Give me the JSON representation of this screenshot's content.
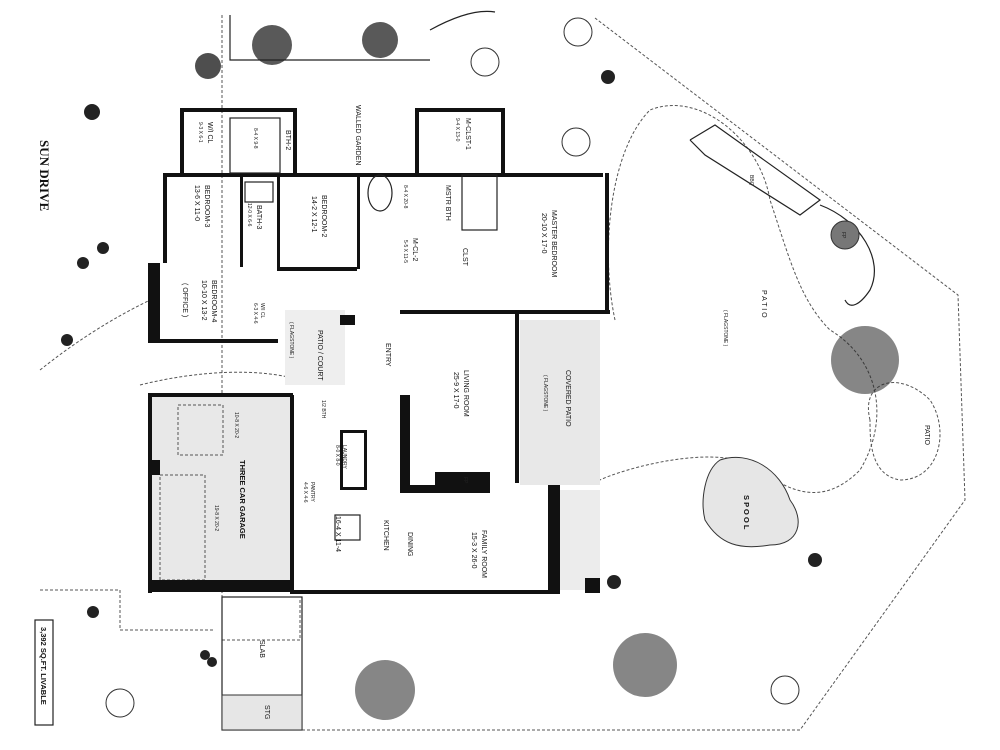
{
  "plan": {
    "address": "SUN DRIVE",
    "area": "3,392 SQ.FT. LIVABLE",
    "rooms": {
      "wic1": {
        "name": "W/I CL",
        "size": "9-3 X 6-1"
      },
      "shower": {
        "size": "8-4 X 9-8"
      },
      "bth2": {
        "name": "BTH-2"
      },
      "garden": {
        "name": "WALLED GARDEN"
      },
      "mclst1": {
        "name": "M-CLST-1",
        "size": "9-4 X 13-0"
      },
      "bed3": {
        "name": "BEDROOM-3",
        "size": "13-6 X 11-0"
      },
      "bath3": {
        "name": "BATH-3",
        "size": "12-0 X 6-6"
      },
      "bed2": {
        "name": "BEDROOM-2",
        "size": "14-2 X 12-1"
      },
      "mbath": {
        "name": "MSTR BTH",
        "size": "8-4 X 20-8"
      },
      "mcl2": {
        "name": "M-CL-2",
        "size": "5-5 X 11-5"
      },
      "clst": {
        "name": "CLST"
      },
      "master": {
        "name": "MASTER BEDROOM",
        "size": "20-10 X 17-0"
      },
      "bed4": {
        "name": "BEDROOM-4",
        "size": "10-10 X 13-2",
        "note": "( OFFICE )"
      },
      "wic2": {
        "name": "W/I CL",
        "size": "6-3 X 4-6"
      },
      "court": {
        "name": "PATIO / COURT",
        "note": "( FLAGSTONE )"
      },
      "entry": {
        "name": "ENTRY"
      },
      "living": {
        "name": "LIVING ROOM",
        "size": "25-9 X 17-0"
      },
      "covered": {
        "name": "COVERED PATIO",
        "note": "( FLAGSTONE )"
      },
      "laundry": {
        "name": "LAUNDRY",
        "size": "8-0 X 8-0"
      },
      "pantry": {
        "name": "PANTRY",
        "size": "4-6 X 4-6"
      },
      "fp": {
        "name": "FP"
      },
      "kitchen": {
        "name": "KITCHEN",
        "size": "16-4 X 11-4"
      },
      "dining": {
        "name": "DINING"
      },
      "family": {
        "name": "FAMILY ROOM",
        "size": "15-3 X 26-0"
      },
      "garage": {
        "name": "THREE CAR GARAGE",
        "bay1": "10-8 X 20-2",
        "bay2": "19-8 X 20-2"
      },
      "slab": {
        "name": "SLAB"
      },
      "stg": {
        "name": "STG"
      },
      "hb": {
        "name": "1/2 BTH"
      }
    },
    "yard": {
      "bbq": "BBQ",
      "fp": "FP",
      "patio": "P A T I O",
      "flagstone": "( FLAGSTONE )",
      "patio2": "PATIO",
      "spool": "S P O O L"
    }
  }
}
